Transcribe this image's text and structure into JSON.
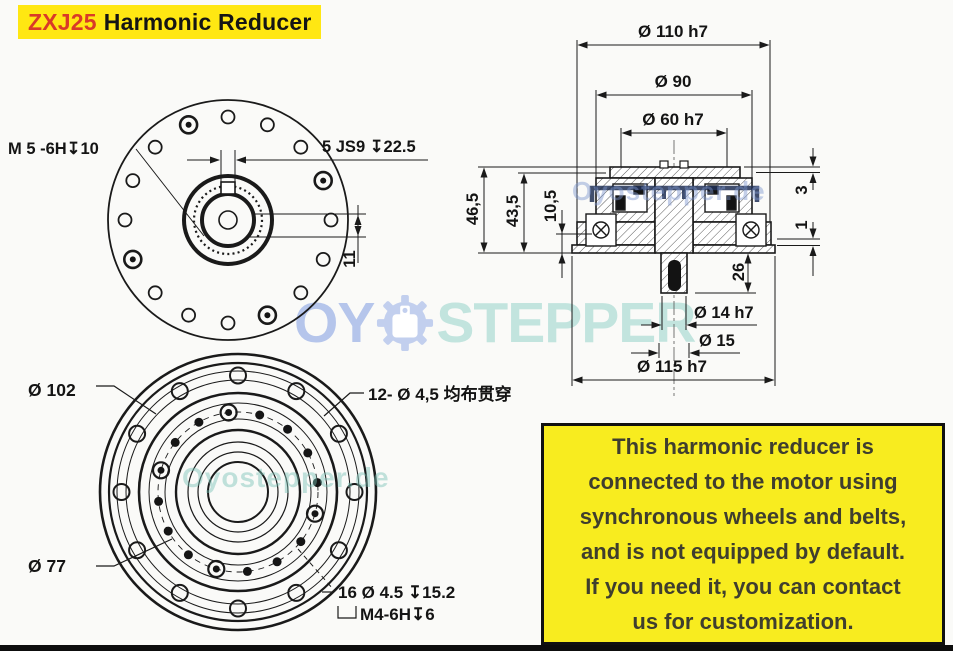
{
  "title": {
    "model": "ZXJ25",
    "name": "Harmonic Reducer"
  },
  "watermark": {
    "oy": "OY",
    "stepper": "STEPPER",
    "small": "Oyostepper.de"
  },
  "front_view": {
    "label_m5": "M 5  -6H↧10",
    "label_keyway": "5 JS9  ↧22.5",
    "dim_11": "11"
  },
  "section_view": {
    "dia_110": "Ø 110 h7",
    "dia_90": "Ø 90",
    "dia_60": "Ø 60 h7",
    "dim_46_5": "46,5",
    "dim_43_5": "43,5",
    "dim_10_5": "10,5",
    "dim_3": "3",
    "dim_1": "1",
    "dim_26": "26",
    "dia_14": "Ø 14 h7",
    "dia_15": "Ø 15",
    "dia_115": "Ø 115 h7"
  },
  "back_view": {
    "dia_102": "Ø 102",
    "dia_77": "Ø 77",
    "holes_12": "12- Ø 4,5 均布贯穿",
    "holes_16": "16  Ø 4.5  ↧15.2",
    "thread_m4": "M4-6H↧6"
  },
  "note_box": {
    "lines": [
      "This harmonic reducer is",
      "connected to the motor using",
      "synchronous wheels and belts,",
      "and is not equipped by default.",
      "If you need it, you can contact",
      "us for customization."
    ]
  },
  "colors": {
    "badge_yellow": "#ffe712",
    "model_red": "#d93a28",
    "note_yellow": "#f8ec1f",
    "line_black": "#1a1a1a",
    "logo_blue": "#b5c5eb",
    "logo_teal": "#c2e4de"
  }
}
